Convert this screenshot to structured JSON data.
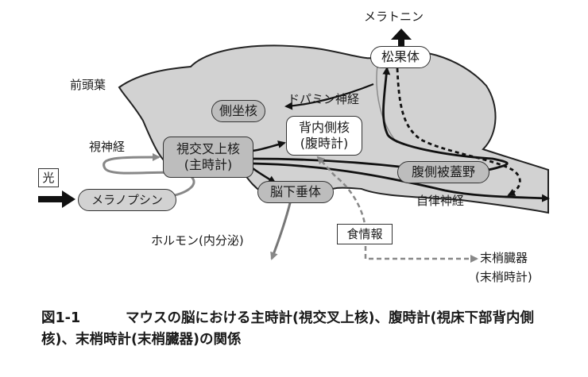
{
  "figure": {
    "labels": {
      "light": "光",
      "melanopsin": "メラノプシン",
      "optic_nerve": "視神経",
      "prefrontal": "前頭葉",
      "scn_line1": "視交叉上核",
      "scn_line2": "(主時計)",
      "nac": "側坐核",
      "dopamine": "ドパミン神経",
      "dmh_line1": "背内側核",
      "dmh_line2": "(腹時計)",
      "pineal": "松果体",
      "melatonin": "メラトニン",
      "vta": "腹側被蓋野",
      "autonomic": "自律神経",
      "pituitary": "脳下垂体",
      "hormone": "ホルモン(内分泌)",
      "food_info": "食情報",
      "periph_line1": "末梢臓器",
      "periph_line2": "(末梢時計)"
    },
    "colors": {
      "brain_fill": "#d2d2d2",
      "node_fill": "#bdbdbd",
      "white_node_fill": "#ffffff",
      "arrow_dark": "#111111",
      "arrow_gray": "#888888"
    }
  },
  "caption": {
    "label": "図1-1",
    "text": "マウスの脳における主時計(視交叉上核)、腹時計(視床下部背内側核)、末梢時計(末梢臓器)の関係"
  }
}
